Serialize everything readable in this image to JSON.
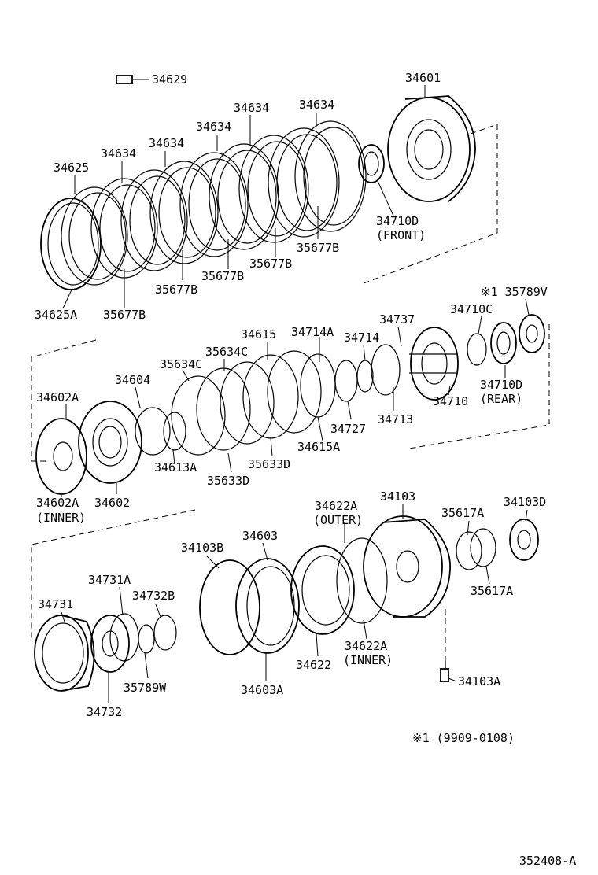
{
  "diagram_id": "352408-A",
  "footnote": "※1 (9909-0108)",
  "parts": [
    {
      "id": "p34629",
      "text": "34629"
    },
    {
      "id": "p34601",
      "text": "34601"
    },
    {
      "id": "p34634a",
      "text": "34634"
    },
    {
      "id": "p34634b",
      "text": "34634"
    },
    {
      "id": "p34634c",
      "text": "34634"
    },
    {
      "id": "p34634d",
      "text": "34634"
    },
    {
      "id": "p34634e",
      "text": "34634"
    },
    {
      "id": "p34625",
      "text": "34625"
    },
    {
      "id": "p34710d_front",
      "text": "34710D"
    },
    {
      "id": "p_front",
      "text": "(FRONT)"
    },
    {
      "id": "p35677b_1",
      "text": "35677B"
    },
    {
      "id": "p35677b_2",
      "text": "35677B"
    },
    {
      "id": "p35677b_3",
      "text": "35677B"
    },
    {
      "id": "p35677b_4",
      "text": "35677B"
    },
    {
      "id": "p35677b_5",
      "text": "35677B"
    },
    {
      "id": "p34625a",
      "text": "34625A"
    },
    {
      "id": "p35789v",
      "text": "※1 35789V"
    },
    {
      "id": "p34710c",
      "text": "34710C"
    },
    {
      "id": "p34737",
      "text": "34737"
    },
    {
      "id": "p34615",
      "text": "34615"
    },
    {
      "id": "p34714a",
      "text": "34714A"
    },
    {
      "id": "p34714",
      "text": "34714"
    },
    {
      "id": "p35634c_1",
      "text": "35634C"
    },
    {
      "id": "p35634c_2",
      "text": "35634C"
    },
    {
      "id": "p34604",
      "text": "34604"
    },
    {
      "id": "p34602a",
      "text": "34602A"
    },
    {
      "id": "p34710d_rear",
      "text": "34710D"
    },
    {
      "id": "p_rear",
      "text": "(REAR)"
    },
    {
      "id": "p34710",
      "text": "34710"
    },
    {
      "id": "p34713",
      "text": "34713"
    },
    {
      "id": "p34727",
      "text": "34727"
    },
    {
      "id": "p34615a",
      "text": "34615A"
    },
    {
      "id": "p35633d_1",
      "text": "35633D"
    },
    {
      "id": "p35633d_2",
      "text": "35633D"
    },
    {
      "id": "p34613a",
      "text": "34613A"
    },
    {
      "id": "p34602a_inner",
      "text": "34602A"
    },
    {
      "id": "p_inner1",
      "text": "(INNER)"
    },
    {
      "id": "p34602",
      "text": "34602"
    },
    {
      "id": "p34622a_outer",
      "text": "34622A"
    },
    {
      "id": "p_outer",
      "text": "(OUTER)"
    },
    {
      "id": "p34103",
      "text": "34103"
    },
    {
      "id": "p35617a_1",
      "text": "35617A"
    },
    {
      "id": "p34103d",
      "text": "34103D"
    },
    {
      "id": "p34103b",
      "text": "34103B"
    },
    {
      "id": "p34603",
      "text": "34603"
    },
    {
      "id": "p35617a_2",
      "text": "35617A"
    },
    {
      "id": "p34731a",
      "text": "34731A"
    },
    {
      "id": "p34732b",
      "text": "34732B"
    },
    {
      "id": "p34731",
      "text": "34731"
    },
    {
      "id": "p34622a_inner",
      "text": "34622A"
    },
    {
      "id": "p_inner2",
      "text": "(INNER)"
    },
    {
      "id": "p34622",
      "text": "34622"
    },
    {
      "id": "p35789w",
      "text": "35789W"
    },
    {
      "id": "p34103a",
      "text": "34103A"
    },
    {
      "id": "p34603a",
      "text": "34603A"
    },
    {
      "id": "p34732",
      "text": "34732"
    }
  ]
}
